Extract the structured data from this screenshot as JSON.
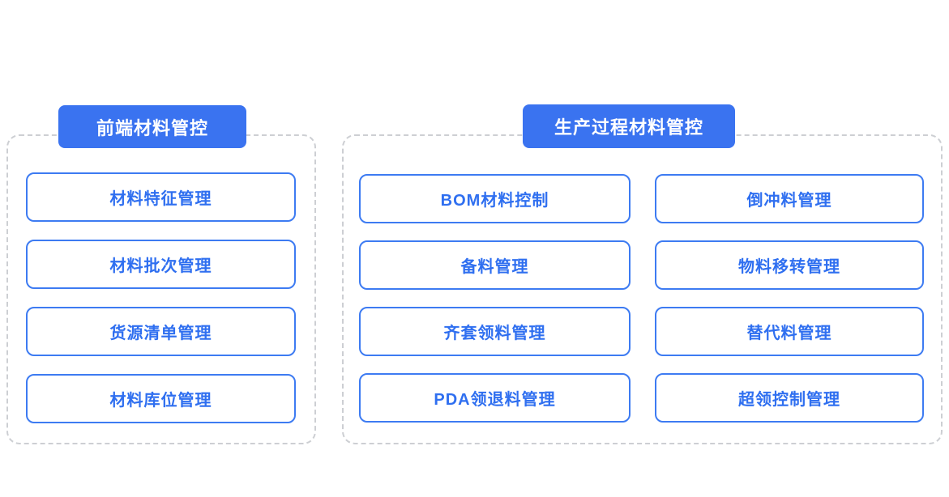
{
  "colors": {
    "header_fill": "#3a73f0",
    "item_border": "#3d7bf2",
    "item_text": "#2f6ff0",
    "group_dashed_border": "#cdcfd3",
    "background": "#ffffff"
  },
  "groups": [
    {
      "title": "前端材料管控",
      "items": [
        "材料特征管理",
        "材料批次管理",
        "货源清单管理",
        "材料库位管理"
      ]
    },
    {
      "title": "生产过程材料管控",
      "columns": [
        [
          "BOM材料控制",
          "备料管理",
          "齐套领料管理",
          "PDA领退料管理"
        ],
        [
          "倒冲料管理",
          "物料移转管理",
          "替代料管理",
          "超领控制管理"
        ]
      ]
    }
  ]
}
